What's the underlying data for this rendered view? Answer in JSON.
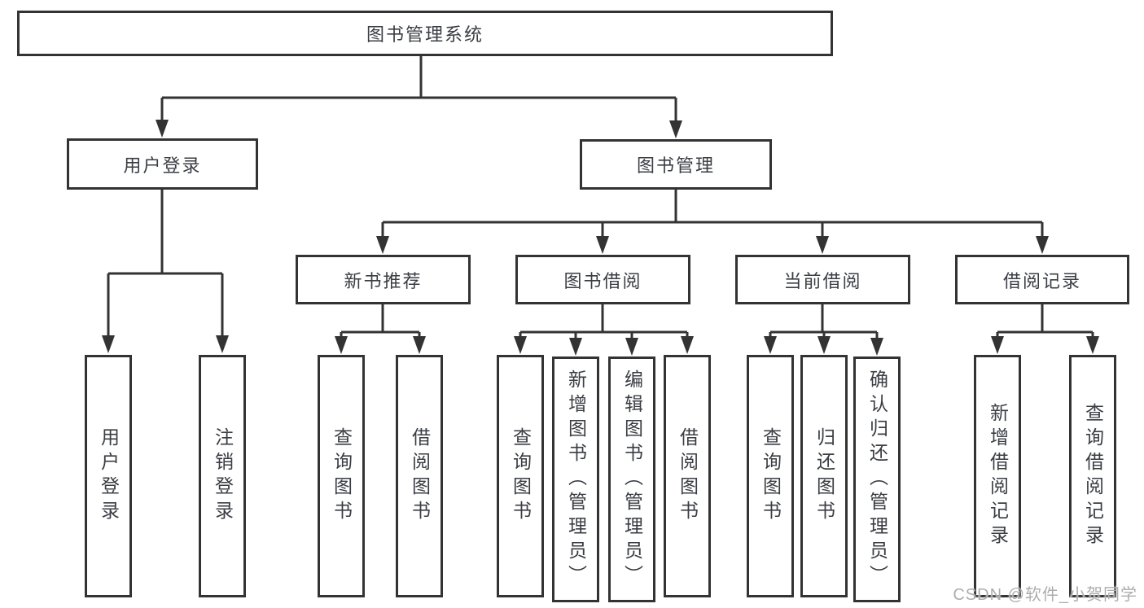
{
  "tree": {
    "label": "图书管理系统",
    "children": [
      {
        "label": "用户登录",
        "children": [
          {
            "label": "用户登录"
          },
          {
            "label": "注销登录"
          }
        ]
      },
      {
        "label": "图书管理",
        "children": [
          {
            "label": "新书推荐",
            "children": [
              {
                "label": "查询图书"
              },
              {
                "label": "借阅图书"
              }
            ]
          },
          {
            "label": "图书借阅",
            "children": [
              {
                "label": "查询图书"
              },
              {
                "label": "新增图书（管理员）"
              },
              {
                "label": "编辑图书（管理员）"
              },
              {
                "label": "借阅图书"
              }
            ]
          },
          {
            "label": "当前借阅",
            "children": [
              {
                "label": "查询图书"
              },
              {
                "label": "归还图书"
              },
              {
                "label": "确认归还（管理员）"
              }
            ]
          },
          {
            "label": "借阅记录",
            "children": [
              {
                "label": "新增借阅记录"
              },
              {
                "label": "查询借阅记录"
              }
            ]
          }
        ]
      }
    ]
  },
  "watermark": {
    "text": "CSDN @软件_小贺同学"
  },
  "colors": {
    "line": "#333333",
    "box_border": "#333333",
    "text": "#3a3d43",
    "watermark": "#adadad",
    "background": "#ffffff"
  }
}
